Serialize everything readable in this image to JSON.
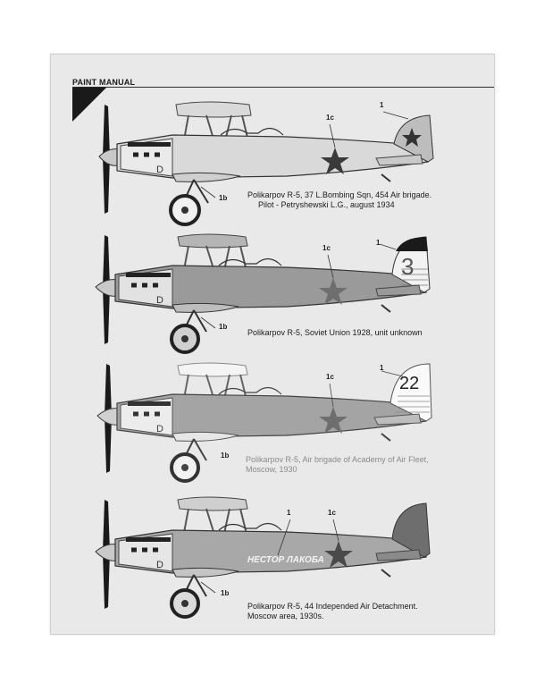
{
  "header": {
    "title": "PAINT MANUAL"
  },
  "planes": [
    {
      "callouts": {
        "one": "1",
        "one_c": "1c",
        "one_b": "1b"
      },
      "caption_line1": "Polikarpov R-5, 37 L.Bombing Sqn, 454 Air brigade.",
      "caption_line2": "Pilot - Petryshewski L.G., august 1934",
      "tail_text": ""
    },
    {
      "callouts": {
        "one": "1",
        "one_c": "1c",
        "one_b": "1b"
      },
      "caption_line1": "Polikarpov R-5, Soviet Union 1928, unit unknown",
      "caption_line2": "",
      "tail_text": "3"
    },
    {
      "callouts": {
        "one": "1",
        "one_c": "1c",
        "one_b": "1b"
      },
      "caption_line1": "Polikarpov R-5, Air brigade of Academy of Air Fleet,",
      "caption_line2": "Moscow, 1930",
      "tail_text": "22"
    },
    {
      "callouts": {
        "one": "1",
        "one_c": "1c",
        "one_b": "1b"
      },
      "caption_line1": "Polikarpov R-5, 44 Independed  Air Detachment.",
      "caption_line2": "Moscow area, 1930s.",
      "tail_text": "",
      "fuselage_text": "НЕСТОР ЛАКОБА"
    }
  ],
  "colors": {
    "light_gray": "#d9d9d9",
    "mid_gray": "#9a9a9a",
    "dark_gray": "#6e6e6e",
    "star": "#3a3a3a",
    "ink": "#1a1a1a"
  }
}
